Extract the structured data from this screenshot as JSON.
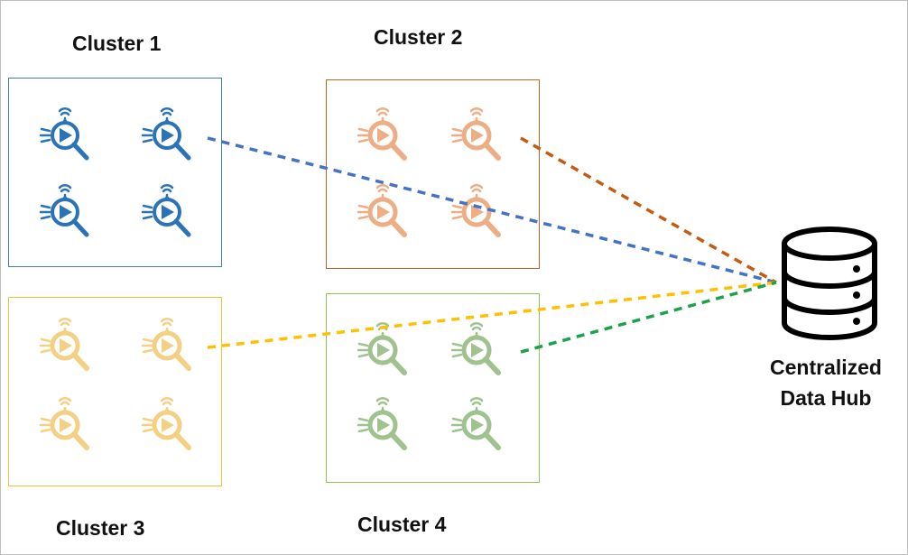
{
  "clusters": [
    {
      "id": "cluster-1",
      "label": "Cluster 1",
      "color": "#2b73b8",
      "border": "#4a78b5",
      "faded": false
    },
    {
      "id": "cluster-2",
      "label": "Cluster 2",
      "color": "#e8935e",
      "border": "#c0622a",
      "faded": true
    },
    {
      "id": "cluster-3",
      "label": "Cluster 3",
      "color": "#f0c15a",
      "border": "#f3c03a",
      "faded": true
    },
    {
      "id": "cluster-4",
      "label": "Cluster 4",
      "color": "#7fae6a",
      "border": "#8cc65a",
      "faded": true
    }
  ],
  "hub": {
    "label_line1": "Centralized",
    "label_line2": "Data Hub",
    "icon": "database-icon"
  },
  "links": [
    {
      "from": "cluster-1",
      "to": "hub",
      "color": "#4472c4",
      "style": "dashed"
    },
    {
      "from": "cluster-2",
      "to": "hub",
      "color": "#c55a11",
      "style": "dashed"
    },
    {
      "from": "cluster-3",
      "to": "hub",
      "color": "#ffc000",
      "style": "dashed"
    },
    {
      "from": "cluster-4",
      "to": "hub",
      "color": "#1aa34a",
      "style": "dashed"
    }
  ],
  "device_icon": "sensor-magnifier-icon"
}
